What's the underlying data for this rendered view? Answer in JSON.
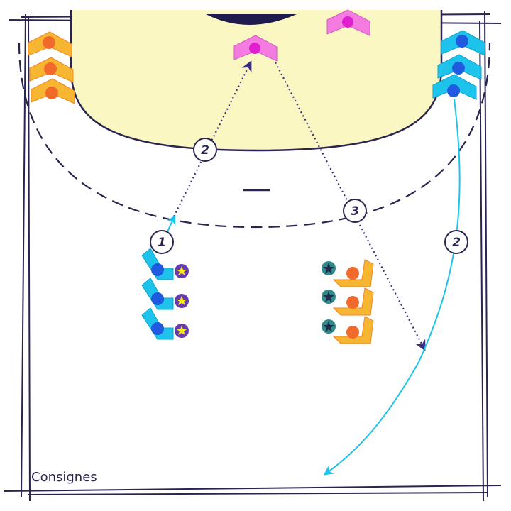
{
  "caption": "Consignes",
  "colors": {
    "line": "#2a2550",
    "zone": "#fbf7c3",
    "pink": "#f47be0",
    "pink_dot": "#e21fd0",
    "cyan": "#1ec3ec",
    "blue_dot": "#1f5ae0",
    "orange": "#f7b631",
    "orange_dot": "#f26a2b",
    "star_yellow": "#f5ea1f",
    "star_dark": "#1c2e4a",
    "star_bg": "#6a3bb0",
    "star_bg2": "#2f8a8a",
    "pass": "#3a2f84",
    "run": "#1ec3ec"
  },
  "markers": [
    {
      "id": "1",
      "label": "1"
    },
    {
      "id": "2a",
      "label": "2"
    },
    {
      "id": "2b",
      "label": "2"
    },
    {
      "id": "3",
      "label": "3"
    }
  ]
}
